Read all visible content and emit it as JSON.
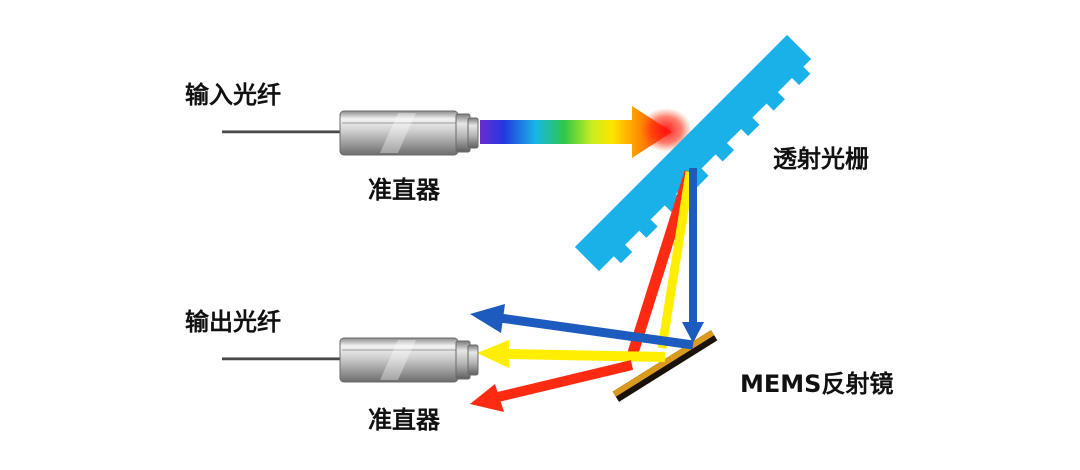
{
  "labels": {
    "input_fiber": "输入光纤",
    "output_fiber": "输出光纤",
    "collimator_top": "准直器",
    "collimator_bottom": "准直器",
    "grating": "透射光栅",
    "mems_mirror": "MEMS反射镜"
  },
  "colors": {
    "grating": "#1ab0e8",
    "beam_red": "#ff2a12",
    "beam_yellow": "#ffee00",
    "beam_blue": "#1d5bbf",
    "mirror_gold": "#d99a1e",
    "mirror_dark": "#1a1208",
    "collimator_metal": "#b8b8b8"
  }
}
